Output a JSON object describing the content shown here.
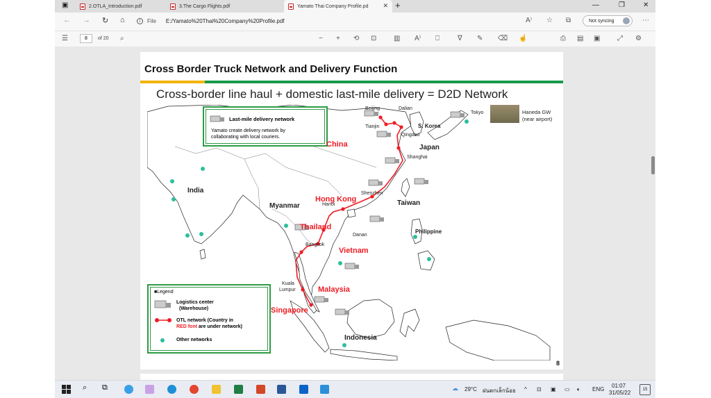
{
  "browser": {
    "tabs": [
      {
        "title": "2.OTLA_Introduction.pdf",
        "active": false
      },
      {
        "title": "3.The Cargo Flights.pdf",
        "active": false
      },
      {
        "title": "Yamato Thai Company Profile.pd",
        "active": true
      }
    ],
    "new_tab": "+",
    "address": {
      "scheme": "File",
      "url": "E:/Yamato%20Thai%20Company%20Profile.pdf"
    },
    "sync_label": "Not syncing"
  },
  "pdf_toolbar": {
    "page": "8",
    "page_of": "of 20"
  },
  "slide": {
    "title": "Cross Border Truck Network and Delivery Function",
    "subtitle": "Cross-border line haul + domestic last-mile delivery = D2D Network",
    "page_number": "8",
    "callout_title": "Last-mile delivery network",
    "callout_body1": "Yamato create delivery network by",
    "callout_body2": "collaborating with local couriers.",
    "countries": {
      "india": "India",
      "myanmar": "Myanmar",
      "taiwan": "Taiwan",
      "indonesia": "Indonesia",
      "skorea": "S. Korea",
      "japan": "Japan",
      "philippine": "Philippine"
    },
    "red_countries": {
      "china": "China",
      "hongkong": "Hong Kong",
      "thailand": "Thailand",
      "vietnam": "Vietnam",
      "malaysia": "Malaysia",
      "singapore": "Singapore"
    },
    "cities": {
      "beijing": "Beijing",
      "dalian": "Dalian",
      "tianjin": "Tianjin",
      "qingdao": "Qingdao",
      "shanghai": "Shanghai",
      "shenzhen": "Shenzhen",
      "hanoi": "Hanoi",
      "danan": "Danan",
      "bangkok": "Bangkok",
      "kuala": "Kuala",
      "lumpur": "Lumpur",
      "tokyo": "Tokyo"
    },
    "haneda1": "Haneda GW",
    "haneda2": "(near airport)",
    "legend": {
      "title": "Legend",
      "logistics1": "Logistics center",
      "logistics2": "(Warehouse)",
      "otl1": "OTL network (Country in",
      "otl2a": "RED font",
      "otl2b": " are under network)",
      "other": "Other networks"
    },
    "colors": {
      "route": "#ee1c24",
      "other_network": "#2bbf9a",
      "frame": "#2e9b45",
      "band_yellow": "#f3b400",
      "band_green": "#1a9a4a"
    }
  },
  "taskbar": {
    "weather": "29°C",
    "weather_text": "ฝนตกเล็กน้อย",
    "lang": "ENG",
    "time": "01:07",
    "date": "31/05/22",
    "notif": "15"
  }
}
